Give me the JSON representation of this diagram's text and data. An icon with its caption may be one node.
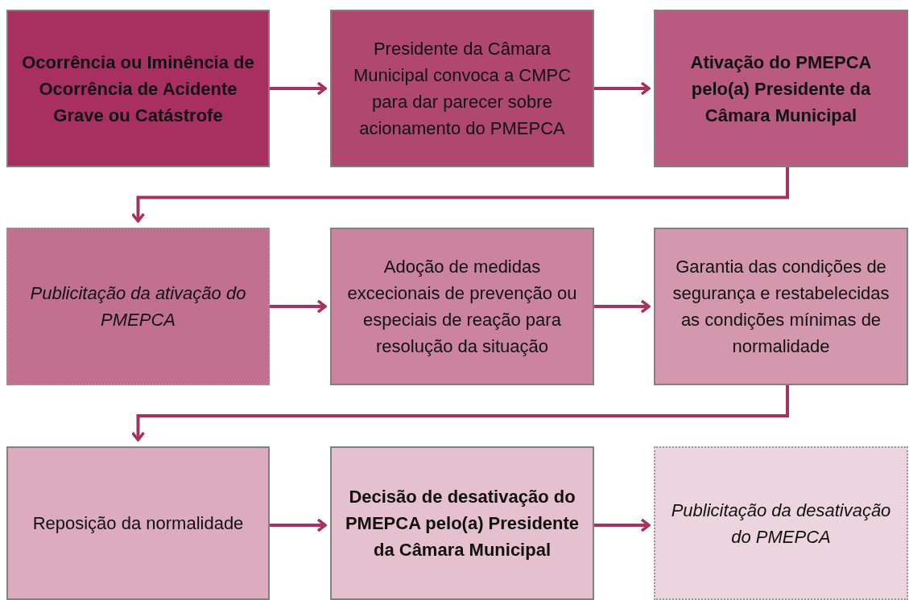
{
  "diagram": {
    "nodes": [
      {
        "text": [
          "Ocorrência ou Iminência de Ocorrência de Acidente Grave ou Catástrofe"
        ]
      },
      {
        "text": [
          "Presidente da Câmara Municipal convoca a CMPC para dar parecer sobre acionamento do PMEPCA"
        ]
      },
      {
        "text": [
          "Ativação do PMEPCA pelo(a) Presidente da Câmara Municipal"
        ]
      },
      {
        "text": [
          "Publicitação da ativação do PMEPCA"
        ]
      },
      {
        "text": [
          "Adoção de medidas excecionais de prevenção ou especiais de reação para resolução da situação"
        ]
      },
      {
        "text": [
          "Garantia das condições de segurança e restabelecidas as condições mínimas de normalidade"
        ]
      },
      {
        "text": [
          "Reposição da normalidade"
        ]
      },
      {
        "text": [
          "Decisão de desativação do PMEPCA pelo(a) Presidente da Câmara Municipal"
        ]
      },
      {
        "text": [
          "Publicitação da desativação do PMEPCA"
        ]
      }
    ],
    "edges": [
      {
        "from": 0,
        "to": 1,
        "arrow": "to"
      },
      {
        "from": 1,
        "to": 2,
        "arrow": "to"
      },
      {
        "from": 2,
        "to": 3,
        "arrow": "to"
      },
      {
        "from": 3,
        "to": 4,
        "arrow": "to"
      },
      {
        "from": 4,
        "to": 5,
        "arrow": "to"
      },
      {
        "from": 5,
        "to": 6,
        "arrow": "to"
      },
      {
        "from": 6,
        "to": 7,
        "arrow": "to"
      },
      {
        "from": 7,
        "to": 8,
        "arrow": "to"
      }
    ]
  }
}
